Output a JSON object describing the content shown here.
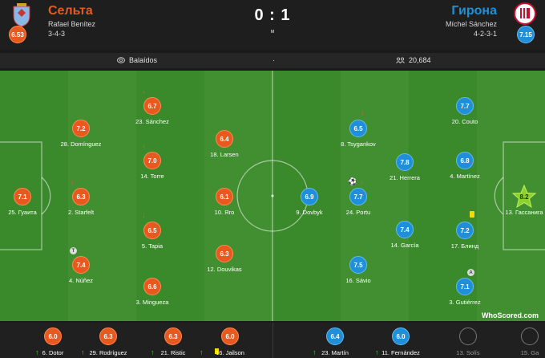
{
  "home": {
    "name": "Сельта",
    "manager": "Rafael Benítez",
    "formation": "3-4-3",
    "rating": "6.53",
    "color": "#e8591f"
  },
  "away": {
    "name": "Гирона",
    "manager": "Míchel Sánchez",
    "formation": "4-2-3-1",
    "rating": "7.15",
    "color": "#1e8fd8"
  },
  "match": {
    "score": "0 : 1",
    "status": "м",
    "venue": "Balaídos",
    "separator": "·",
    "attendance": "20,684"
  },
  "home_players": [
    {
      "rating": "7.1",
      "name": "25. Гуаита",
      "badge": ""
    },
    {
      "rating": "7.2",
      "name": "28. Domínguez",
      "badge": ""
    },
    {
      "rating": "6.3",
      "name": "2. Starfelt",
      "badge": "sub-off"
    },
    {
      "rating": "7.4",
      "name": "4. Núñez",
      "badge": "T"
    },
    {
      "rating": "6.7",
      "name": "23. Sánchez",
      "badge": "sub-off"
    },
    {
      "rating": "7.0",
      "name": "14. Torre",
      "badge": "sub-off"
    },
    {
      "rating": "6.5",
      "name": "5. Tapia",
      "badge": "sub-off"
    },
    {
      "rating": "6.6",
      "name": "3. Mingueza",
      "badge": ""
    },
    {
      "rating": "6.4",
      "name": "18. Larsen",
      "badge": ""
    },
    {
      "rating": "6.1",
      "name": "10. Яго",
      "badge": ""
    },
    {
      "rating": "6.3",
      "name": "12. Douvikas",
      "badge": ""
    }
  ],
  "away_players": [
    {
      "rating": "6.9",
      "name": "9. Dovbyk",
      "badge": ""
    },
    {
      "rating": "6.5",
      "name": "8. Tsygankov",
      "badge": "sub-off"
    },
    {
      "rating": "7.7",
      "name": "24. Portu",
      "badge": "goal"
    },
    {
      "rating": "7.5",
      "name": "16. Sávio",
      "badge": ""
    },
    {
      "rating": "7.8",
      "name": "21. Herrera",
      "badge": ""
    },
    {
      "rating": "7.4",
      "name": "14. García",
      "badge": ""
    },
    {
      "rating": "7.7",
      "name": "20. Couto",
      "badge": ""
    },
    {
      "rating": "6.8",
      "name": "4. Martínez",
      "badge": ""
    },
    {
      "rating": "7.2",
      "name": "17. Блинд",
      "badge": "yellow"
    },
    {
      "rating": "7.1",
      "name": "3. Gutiérrez",
      "badge": "A"
    },
    {
      "rating": "8.2",
      "name": "13. Гассанига",
      "badge": "star"
    }
  ],
  "home_subs": [
    {
      "rating": "6.0",
      "name": "6. Dotor"
    },
    {
      "rating": "6.3",
      "name": "29. Rodríguez"
    },
    {
      "rating": "6.3",
      "name": "21. Ristic"
    },
    {
      "rating": "6.0",
      "name": "16. Jailson"
    }
  ],
  "away_subs": [
    {
      "rating": "6.4",
      "name": "23. Martín"
    },
    {
      "rating": "6.0",
      "name": "11. Fernández"
    },
    {
      "rating": "",
      "name": "13. Solís"
    },
    {
      "rating": "",
      "name": "15. Ga"
    }
  ],
  "branding": "WhoScored.com",
  "icons": {
    "venue": "stadium-icon",
    "attendance": "people-icon",
    "goal": "ball-icon",
    "substitution_off": "arrow-down-icon",
    "substitution_on": "arrow-up-icon",
    "man_of_match": "star-icon"
  },
  "colors": {
    "pitch": "#3a8a2c",
    "home": "#e8591f",
    "away": "#1e8fd8",
    "star": "#8ed12c"
  }
}
